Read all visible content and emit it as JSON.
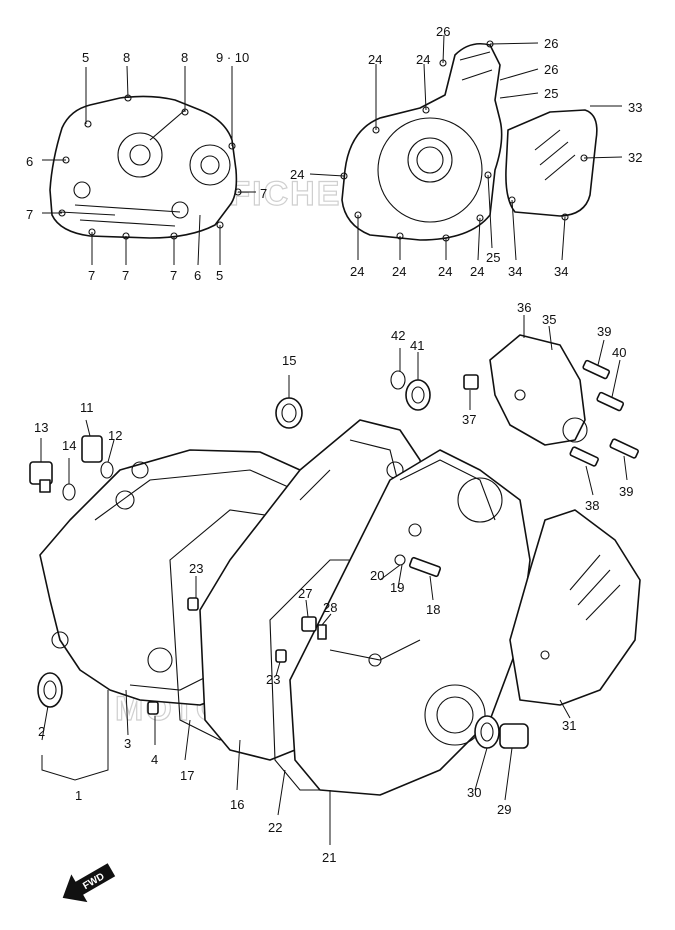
{
  "watermark_text": "MOTOFICHE.NET",
  "fwd_label": "FWD",
  "callouts": [
    "1",
    "2",
    "3",
    "4",
    "5",
    "6",
    "7",
    "8",
    "9 · 10",
    "11",
    "12",
    "13",
    "14",
    "15",
    "16",
    "17",
    "18",
    "19",
    "20",
    "21",
    "22",
    "23",
    "24",
    "25",
    "26",
    "27",
    "28",
    "29",
    "30",
    "31",
    "32",
    "33",
    "34",
    "35",
    "36",
    "37",
    "38",
    "39",
    "40",
    "41",
    "42"
  ],
  "colors": {
    "line": "#111111",
    "background": "#ffffff",
    "watermark": "#cfcfcf"
  }
}
